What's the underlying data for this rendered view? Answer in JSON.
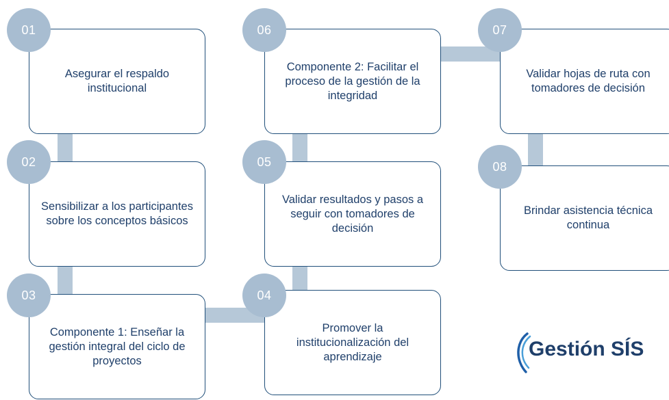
{
  "steps": [
    {
      "number": "01",
      "text": "Asegurar el respaldo institucional"
    },
    {
      "number": "02",
      "text": "Sensibilizar a los participantes sobre los conceptos básicos"
    },
    {
      "number": "03",
      "text": "Componente 1: Enseñar la gestión integral del ciclo de proyectos"
    },
    {
      "number": "04",
      "text": "Promover la institucionalización del aprendizaje"
    },
    {
      "number": "05",
      "text": "Validar resultados y pasos a seguir con tomadores de decisión"
    },
    {
      "number": "06",
      "text": "Componente 2: Facilitar el proceso de la gestión de la integridad"
    },
    {
      "number": "07",
      "text": "Validar hojas de ruta con tomadores de decisión"
    },
    {
      "number": "08",
      "text": "Brindar asistencia técnica continua"
    }
  ],
  "logo": {
    "text": "Gestión SÍS"
  },
  "colors": {
    "circle": "#a8bdd1",
    "connector": "#b6c8d8",
    "box_border": "#1f4e79",
    "text": "#1f3f6a"
  }
}
